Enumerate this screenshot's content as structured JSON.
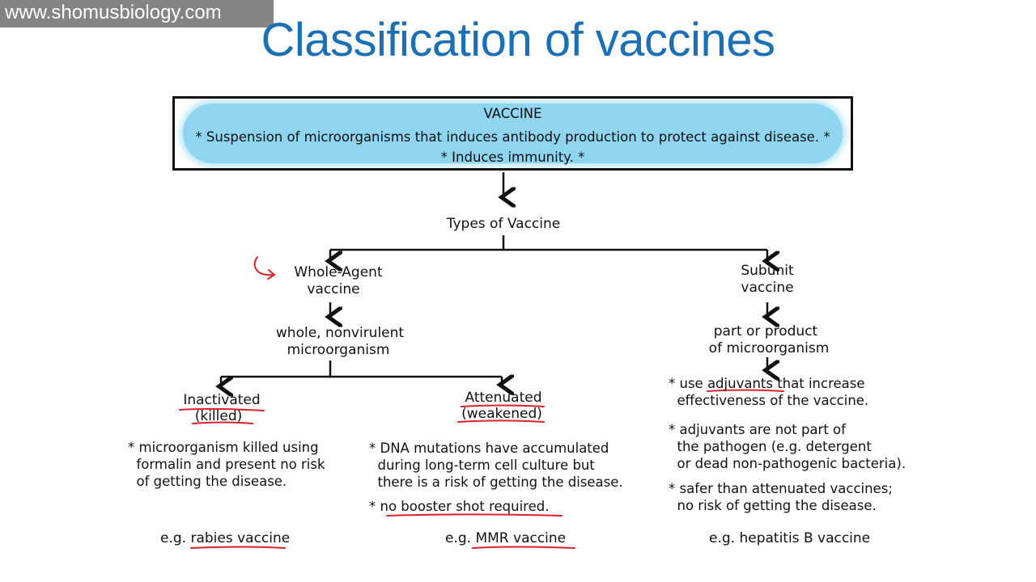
{
  "watermark": "www.shomusbiology.com",
  "title": "Classification of vaccines",
  "vaccine_box": {
    "heading": "VACCINE",
    "line1": "* Suspension of microorganisms that induces antibody production to protect against disease. *",
    "line2": "* Induces immunity. *"
  },
  "types_heading": "Types of Vaccine",
  "whole_agent": {
    "label_line1": "Whole-Agent",
    "label_line2": "vaccine",
    "desc_line1": "whole, nonvirulent",
    "desc_line2": "microorganism"
  },
  "subunit": {
    "label_line1": "Subunit",
    "label_line2": "vaccine",
    "desc_line1": "part or product",
    "desc_line2": "of microorganism",
    "notes": [
      "* use adjuvants that increase\n  effectiveness of the vaccine.",
      "* adjuvants are not part of\n  the pathogen (e.g. detergent\n  or dead non-pathogenic bacteria).",
      "* safer than attenuated vaccines;\n  no risk of getting the disease."
    ],
    "example": "e.g. hepatitis B vaccine"
  },
  "inactivated": {
    "label_line1": "Inactivated",
    "label_line2": "(killed)",
    "note": "* microorganism killed using\n  formalin and present no risk\n  of getting the disease.",
    "example": "e.g. rabies vaccine"
  },
  "attenuated": {
    "label_line1": "Attenuated",
    "label_line2": "(weakened)",
    "note": "* DNA mutations have accumulated\n  during long-term cell culture but\n  there is a risk of getting the disease.",
    "note2": "* no booster shot required.",
    "example": "e.g. MMR vaccine"
  },
  "colors": {
    "title": "#1a6fb5",
    "highlight": "#8fd5ef",
    "annotation": "#d8232a"
  }
}
